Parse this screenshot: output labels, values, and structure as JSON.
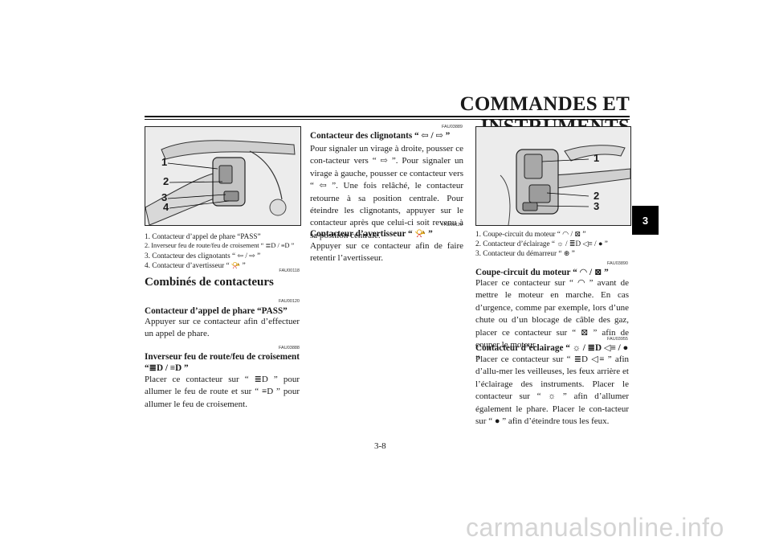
{
  "header": {
    "title": "COMMANDES ET INSTRUMENTS",
    "chapter_tab": "3"
  },
  "left_column": {
    "figure_labels": [
      "1",
      "2",
      "3",
      "4"
    ],
    "captions": [
      "1. Contacteur d’appel de phare “PASS”",
      "2. Inverseur feu de route/feu de croisement “ ≣D / ≡D ”",
      "3. Contacteur des clignotants “ ⇦ / ⇨ ”",
      "4. Contacteur d’avertisseur “ 📯 ”"
    ],
    "sec1_code": "FAU00118",
    "sec1_title": "Combinés de contacteurs",
    "sec2_code": "FAU00120",
    "sec2_title": "Contacteur d’appel de phare “PASS”",
    "sec2_body": "Appuyer sur ce contacteur afin d’effectuer un appel de phare.",
    "sec3_code": "FAU03888",
    "sec3_title": "Inverseur feu de route/feu de croisement “≣D / ≡D ”",
    "sec3_body": "Placer ce contacteur sur “ ≣D ” pour allumer le feu de route et sur “ ≡D ” pour allumer le feu de croisement."
  },
  "middle_column": {
    "sec4_code": "FAU03889",
    "sec4_title": "Contacteur des clignotants “ ⇦ / ⇨ ”",
    "sec4_body": "Pour signaler un virage à droite, pousser ce con-tacteur vers “ ⇨ ”. Pour signaler un virage à gauche, pousser ce contacteur vers “ ⇦ ”. Une fois relâché, le contacteur retourne à sa position centrale. Pour éteindre les clignotants, appuyer sur le contacteur après que celui-ci soit revenu à sa position centrale.",
    "sec5_code": "FAU00129",
    "sec5_title": "Contacteur d’avertisseur “ 📯 ”",
    "sec5_body": "Appuyer sur ce contacteur afin de faire retentir l’avertisseur."
  },
  "right_column": {
    "figure_labels": [
      "1",
      "2",
      "3"
    ],
    "captions": [
      "1. Coupe-circuit du moteur “ ◠ / ⊠ ”",
      "2. Contacteur d’éclairage “ ☼ / ≣D ◁≡ / ● ”",
      "3. Contacteur du démarreur “ ⊛ ”"
    ],
    "sec6_code": "FAU03890",
    "sec6_title": "Coupe-circuit du moteur “ ◠ / ⊠ ”",
    "sec6_body": "Placer ce contacteur sur “ ◠ ” avant de mettre le moteur en marche. En cas d’urgence, comme par exemple, lors d’une chute ou d’un blocage de câble des gaz, placer ce contacteur sur “ ⊠ ” afin de couper le moteur.",
    "sec7_code": "FAU03955",
    "sec7_title": "Contacteur d’éclairage “ ☼ / ≣D ◁≡ / ● ”",
    "sec7_body": "Placer ce contacteur sur “ ≣D ◁≡ ” afin d’allu-mer les veilleuses, les feux arrière et l’éclairage des instruments. Placer le contacteur sur “ ☼ ” afin d’allumer également le phare. Placer le con-tacteur sur “ ● ” afin d’éteindre tous les feux."
  },
  "footer": {
    "page_number": "3-8",
    "watermark": "carmanualsonline.info"
  }
}
